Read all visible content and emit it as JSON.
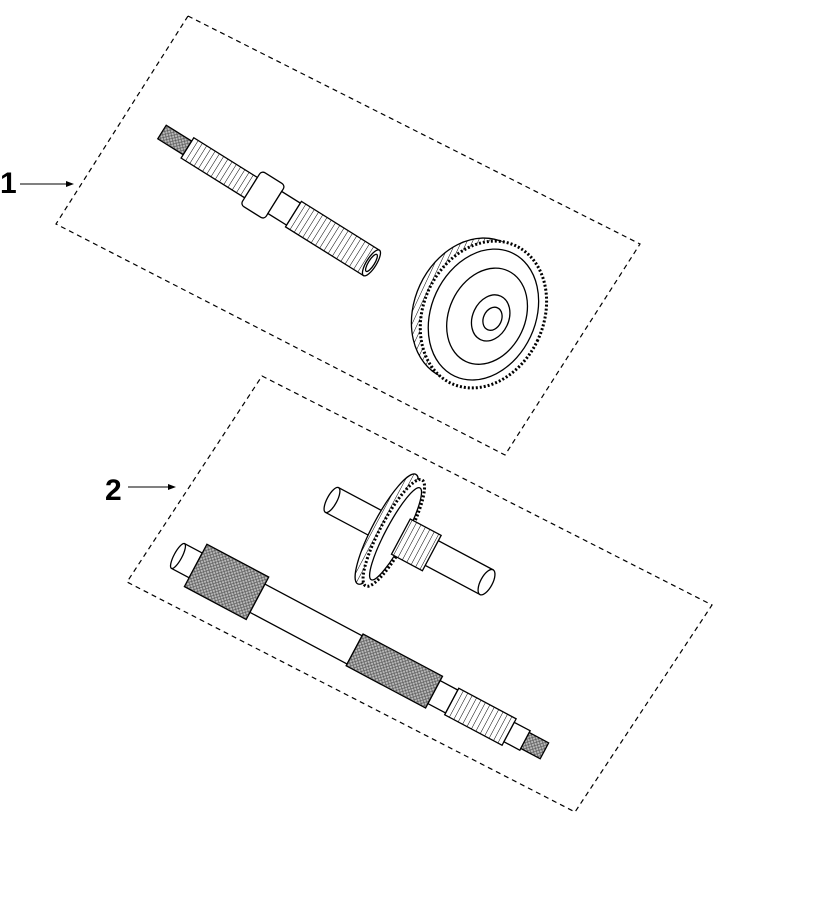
{
  "callouts": [
    {
      "number": "1",
      "part": "shaft-and-gear-set-1"
    },
    {
      "number": "2",
      "part": "shaft-and-gear-set-2"
    }
  ],
  "colors": {
    "line": "#000000",
    "fill": "#ffffff",
    "knurl": "#8a8a8a"
  }
}
